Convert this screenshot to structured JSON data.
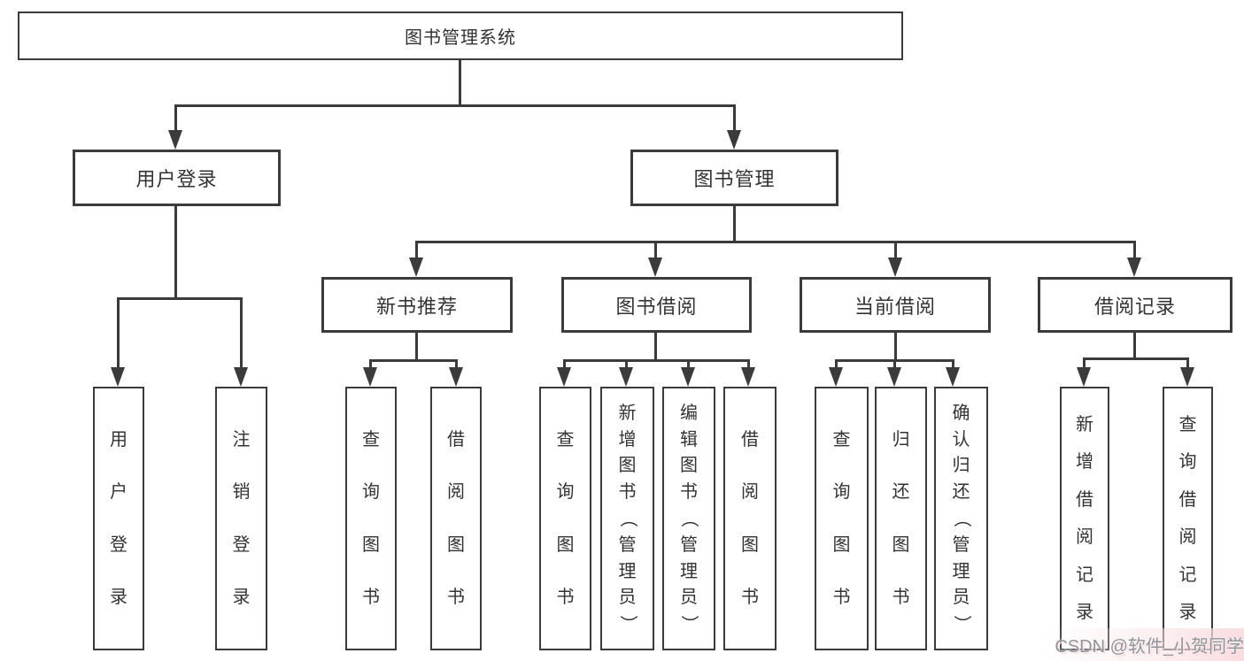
{
  "diagram": {
    "tree": {
      "root": {
        "label": "图书管理系统",
        "children": [
          {
            "label": "用户登录",
            "children": [
              {
                "label": "用户登录"
              },
              {
                "label": "注销登录"
              }
            ]
          },
          {
            "label": "图书管理",
            "children": [
              {
                "label": "新书推荐",
                "children": [
                  {
                    "label": "查询图书"
                  },
                  {
                    "label": "借阅图书"
                  }
                ]
              },
              {
                "label": "图书借阅",
                "children": [
                  {
                    "label": "查询图书"
                  },
                  {
                    "label": "新增图书（管理员）"
                  },
                  {
                    "label": "编辑图书（管理员）"
                  },
                  {
                    "label": "借阅图书"
                  }
                ]
              },
              {
                "label": "当前借阅",
                "children": [
                  {
                    "label": "查询图书"
                  },
                  {
                    "label": "归还图书"
                  },
                  {
                    "label": "确认归还（管理员）"
                  }
                ]
              },
              {
                "label": "借阅记录",
                "children": [
                  {
                    "label": "新增借阅记录"
                  },
                  {
                    "label": "查询借阅记录"
                  }
                ]
              }
            ]
          }
        ]
      }
    },
    "colors": {
      "line": "#3b3b3b",
      "text": "#333333",
      "background": "#ffffff",
      "watermark_text": "#8e9499",
      "watermark_glow": "#f8dcdc"
    }
  },
  "watermark": {
    "text": "CSDN @软件_小贺同学"
  }
}
